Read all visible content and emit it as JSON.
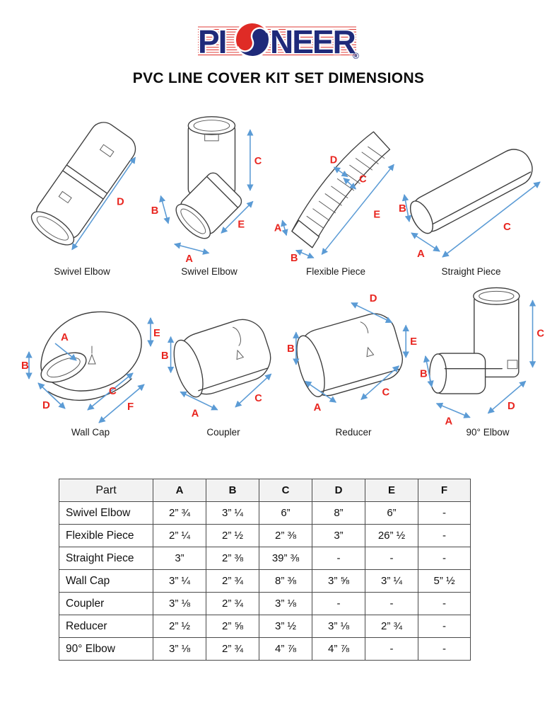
{
  "logo": {
    "left": "PI",
    "right": "NEER",
    "reg": "®"
  },
  "title": "PVC LINE COVER KIT SET DIMENSIONS",
  "colors": {
    "logo_navy": "#1f2a7a",
    "logo_red": "#df2b26",
    "dimension_label_red": "#e8251f",
    "dimension_arrow_blue": "#5b9bd5"
  },
  "diagrams": {
    "row1": [
      {
        "caption": "Swivel Elbow",
        "labels": [
          "D"
        ]
      },
      {
        "caption": "Swivel Elbow",
        "labels": [
          "A",
          "B",
          "C",
          "E"
        ]
      },
      {
        "caption": "Flexible Piece",
        "labels": [
          "A",
          "B",
          "C",
          "D",
          "E"
        ]
      },
      {
        "caption": "Straight Piece",
        "labels": [
          "A",
          "B",
          "C"
        ]
      }
    ],
    "row2": [
      {
        "caption": "Wall Cap",
        "labels": [
          "A",
          "B",
          "C",
          "D",
          "E",
          "F"
        ]
      },
      {
        "caption": "Coupler",
        "labels": [
          "A",
          "B",
          "C"
        ]
      },
      {
        "caption": "Reducer",
        "labels": [
          "A",
          "B",
          "C",
          "D",
          "E"
        ]
      },
      {
        "caption": "90° Elbow",
        "labels": [
          "A",
          "B",
          "C",
          "D"
        ]
      }
    ]
  },
  "table": {
    "headers": [
      "Part",
      "A",
      "B",
      "C",
      "D",
      "E",
      "F"
    ],
    "rows": [
      {
        "part": "Swivel Elbow",
        "values": [
          "2” ¾",
          "3” ¼",
          "6”",
          "8”",
          "6”",
          "-"
        ]
      },
      {
        "part": "Flexible Piece",
        "values": [
          "2” ¼",
          "2” ½",
          "2” ⅜",
          "3”",
          "26” ½",
          "-"
        ]
      },
      {
        "part": "Straight Piece",
        "values": [
          "3”",
          "2” ⅜",
          "39” ⅜",
          "-",
          "-",
          "-"
        ]
      },
      {
        "part": "Wall Cap",
        "values": [
          "3” ¼",
          "2” ¾",
          "8” ⅜",
          "3” ⅝",
          "3” ¼",
          "5” ½"
        ]
      },
      {
        "part": "Coupler",
        "values": [
          "3” ⅛",
          "2” ¾",
          "3” ⅛",
          "-",
          "-",
          "-"
        ]
      },
      {
        "part": "Reducer",
        "values": [
          "2” ½",
          "2” ⅝",
          "3” ½",
          "3” ⅛",
          "2” ¾",
          "-"
        ]
      },
      {
        "part": "90° Elbow",
        "values": [
          "3” ⅛",
          "2” ¾",
          "4” ⅞",
          "4” ⅞",
          "-",
          "-"
        ]
      }
    ]
  }
}
